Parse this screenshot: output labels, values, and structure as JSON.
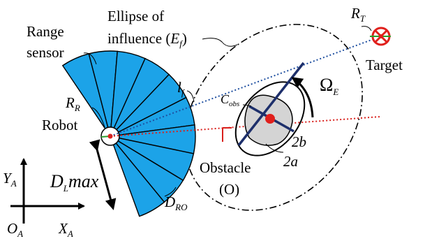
{
  "colors": {
    "sensor_fill": "#1ca3e8",
    "sensor_stroke": "#000000",
    "sight_line": "#1f4fa0",
    "obstacle_line": "#d9201c",
    "obstacle_fill": "#d4d4d4",
    "axis_color": "#1d2f6b",
    "robot_heading": "#2a9d2a",
    "target_ring": "#e0201c"
  },
  "icons": {
    "robot": "robot-circle-icon",
    "target": "target-crossed-circle-icon",
    "obstacle": "obstacle-rounded-box-icon",
    "rotation": "curved-arrow-icon"
  },
  "labels": {
    "range_sensor_line1": "Range",
    "range_sensor_line2": "sensor",
    "ellipse_line1": "Ellipse of",
    "ellipse_line2_prefix": "influence (",
    "ellipse_sym": "E",
    "ellipse_sub": "f",
    "ellipse_close": ")",
    "rt_sym": "R",
    "rt_sub": "T",
    "target": "Target",
    "lf_sym": "l",
    "lf_sub": "f",
    "cobs_sym": "C",
    "cobs_sub": "obs",
    "omega_sym": "Ω",
    "omega_sub": "E",
    "rr_sym": "R",
    "rr_sub": "R",
    "robot": "Robot",
    "two_b": "2b",
    "two_a": "2a",
    "obstacle_line1": "Obstacle",
    "obstacle_line2": "(O)",
    "ya_sym": "Y",
    "ya_sub": "A",
    "dl_sym": "D",
    "dl_sub": "L",
    "dl_rest": "max",
    "dro_sym": "D",
    "dro_sub": "RO",
    "oa_sym": "O",
    "oa_sub": "A",
    "xa_sym": "X",
    "xa_sub": "A"
  }
}
